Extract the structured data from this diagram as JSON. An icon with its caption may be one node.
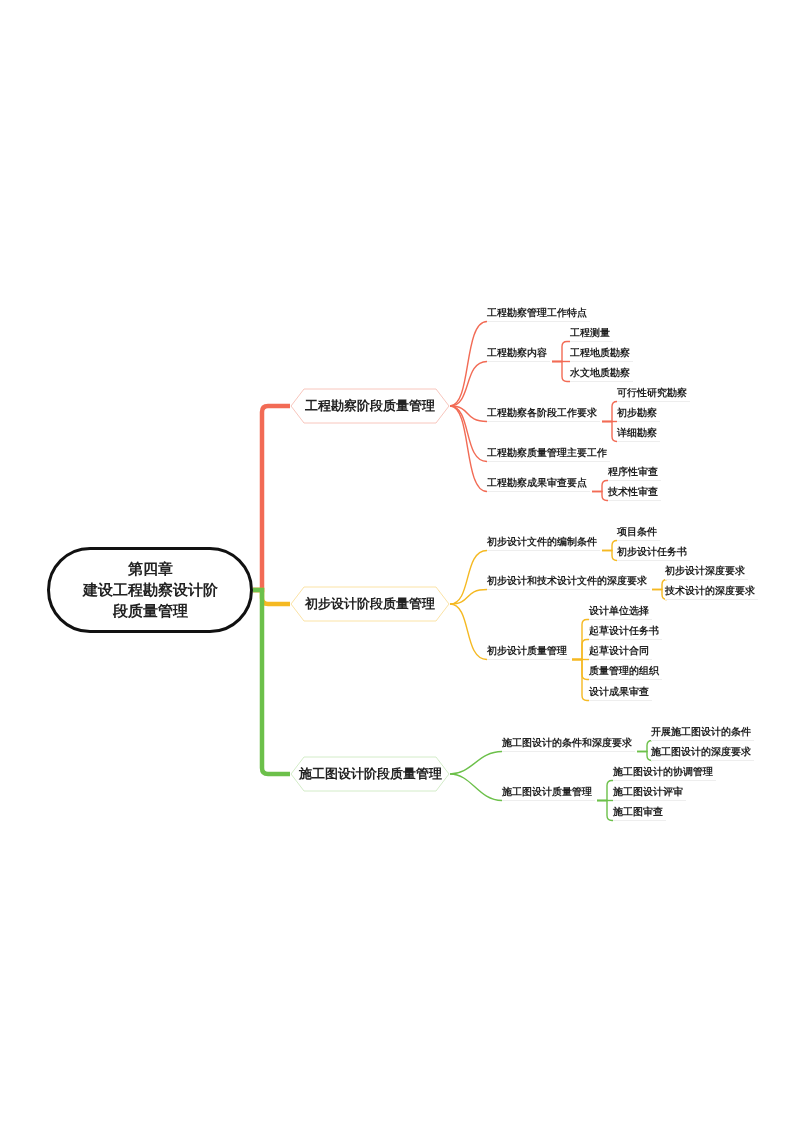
{
  "diagram": {
    "nodes": [
      {
        "text": [
          "第四章",
          "建设工程勘察设计阶段质量管理"
        ]
      },
      {
        "text": [
          "工程勘察阶段质量管理"
        ]
      },
      {
        "text": [
          "工程勘察管理工作特点"
        ]
      },
      {
        "text": [
          "工程勘察内容"
        ]
      },
      {
        "text": [
          "工程测量"
        ]
      },
      {
        "text": [
          "工程地质勘察"
        ]
      },
      {
        "text": [
          "水文地质勘察"
        ]
      },
      {
        "text": [
          "工程勘察各阶段工作要求"
        ]
      },
      {
        "text": [
          "可行性研究勘察"
        ]
      },
      {
        "text": [
          "初步勘察"
        ]
      },
      {
        "text": [
          "详细勘察"
        ]
      },
      {
        "text": [
          "工程勘察质量管理主要工作"
        ]
      },
      {
        "text": [
          "工程勘察成果审查要点"
        ]
      },
      {
        "text": [
          "程序性审查"
        ]
      },
      {
        "text": [
          "技术性审查"
        ]
      },
      {
        "text": [
          "初步设计阶段质量管理"
        ]
      },
      {
        "text": [
          "初步设计文件的编制条件"
        ]
      },
      {
        "text": [
          "项目条件"
        ]
      },
      {
        "text": [
          "初步设计任务书"
        ]
      },
      {
        "text": [
          "初步设计和技术设计文件的深度要求"
        ]
      },
      {
        "text": [
          "初步设计深度要求"
        ]
      },
      {
        "text": [
          "技术设计的深度要求"
        ]
      },
      {
        "text": [
          "初步设计质量管理"
        ]
      },
      {
        "text": [
          "设计单位选择"
        ]
      },
      {
        "text": [
          "起草设计任务书"
        ]
      },
      {
        "text": [
          "起草设计合同"
        ]
      },
      {
        "text": [
          "质量管理的组织"
        ]
      },
      {
        "text": [
          "设计成果审查"
        ]
      },
      {
        "text": [
          "施工图设计阶段质量管理"
        ]
      },
      {
        "text": [
          "施工图设计的条件和深度要求"
        ]
      },
      {
        "text": [
          "开展施工图设计的条件"
        ]
      },
      {
        "text": [
          "施工图设计的深度要求"
        ]
      },
      {
        "text": [
          "施工图设计质量管理"
        ]
      },
      {
        "text": [
          "施工图设计的协调管理"
        ]
      },
      {
        "text": [
          "施工图设计评审"
        ]
      },
      {
        "text": [
          "施工图审查"
        ]
      }
    ],
    "edges": [
      {
        "from": 0,
        "to": 1,
        "arrow": "none",
        "style": "thick",
        "color": "#f26b55"
      },
      {
        "from": 0,
        "to": 15,
        "arrow": "none",
        "style": "thick",
        "color": "#f5b922"
      },
      {
        "from": 0,
        "to": 28,
        "arrow": "none",
        "style": "thick",
        "color": "#6cc04a"
      },
      {
        "from": 1,
        "to": 2,
        "arrow": "none",
        "color": "#f26b55"
      },
      {
        "from": 1,
        "to": 3,
        "arrow": "none",
        "color": "#f26b55"
      },
      {
        "from": 3,
        "to": 4,
        "arrow": "none",
        "color": "#f26b55"
      },
      {
        "from": 3,
        "to": 5,
        "arrow": "none",
        "color": "#f26b55"
      },
      {
        "from": 3,
        "to": 6,
        "arrow": "none",
        "color": "#f26b55"
      },
      {
        "from": 1,
        "to": 7,
        "arrow": "none",
        "color": "#f26b55"
      },
      {
        "from": 7,
        "to": 8,
        "arrow": "none",
        "color": "#f26b55"
      },
      {
        "from": 7,
        "to": 9,
        "arrow": "none",
        "color": "#f26b55"
      },
      {
        "from": 7,
        "to": 10,
        "arrow": "none",
        "color": "#f26b55"
      },
      {
        "from": 1,
        "to": 11,
        "arrow": "none",
        "color": "#f26b55"
      },
      {
        "from": 1,
        "to": 12,
        "arrow": "none",
        "color": "#f26b55"
      },
      {
        "from": 12,
        "to": 13,
        "arrow": "none",
        "color": "#f26b55"
      },
      {
        "from": 12,
        "to": 14,
        "arrow": "none",
        "color": "#f26b55"
      },
      {
        "from": 15,
        "to": 16,
        "arrow": "none",
        "color": "#f5b922"
      },
      {
        "from": 16,
        "to": 17,
        "arrow": "none",
        "color": "#f5b922"
      },
      {
        "from": 16,
        "to": 18,
        "arrow": "none",
        "color": "#f5b922"
      },
      {
        "from": 15,
        "to": 19,
        "arrow": "none",
        "color": "#f5b922"
      },
      {
        "from": 19,
        "to": 20,
        "arrow": "none",
        "color": "#f5b922"
      },
      {
        "from": 19,
        "to": 21,
        "arrow": "none",
        "color": "#f5b922"
      },
      {
        "from": 15,
        "to": 22,
        "arrow": "none",
        "color": "#f5b922"
      },
      {
        "from": 22,
        "to": 23,
        "arrow": "none",
        "color": "#f5b922"
      },
      {
        "from": 22,
        "to": 24,
        "arrow": "none",
        "color": "#f5b922"
      },
      {
        "from": 22,
        "to": 25,
        "arrow": "none",
        "color": "#f5b922"
      },
      {
        "from": 22,
        "to": 26,
        "arrow": "none",
        "color": "#f5b922"
      },
      {
        "from": 22,
        "to": 27,
        "arrow": "none",
        "color": "#f5b922"
      },
      {
        "from": 28,
        "to": 29,
        "arrow": "none",
        "color": "#6cc04a"
      },
      {
        "from": 29,
        "to": 30,
        "arrow": "none",
        "color": "#6cc04a"
      },
      {
        "from": 29,
        "to": 31,
        "arrow": "none",
        "color": "#6cc04a"
      },
      {
        "from": 28,
        "to": 32,
        "arrow": "none",
        "color": "#6cc04a"
      },
      {
        "from": 32,
        "to": 33,
        "arrow": "none",
        "color": "#6cc04a"
      },
      {
        "from": 32,
        "to": 34,
        "arrow": "none",
        "color": "#6cc04a"
      },
      {
        "from": 32,
        "to": 35,
        "arrow": "none",
        "color": "#6cc04a"
      }
    ]
  }
}
